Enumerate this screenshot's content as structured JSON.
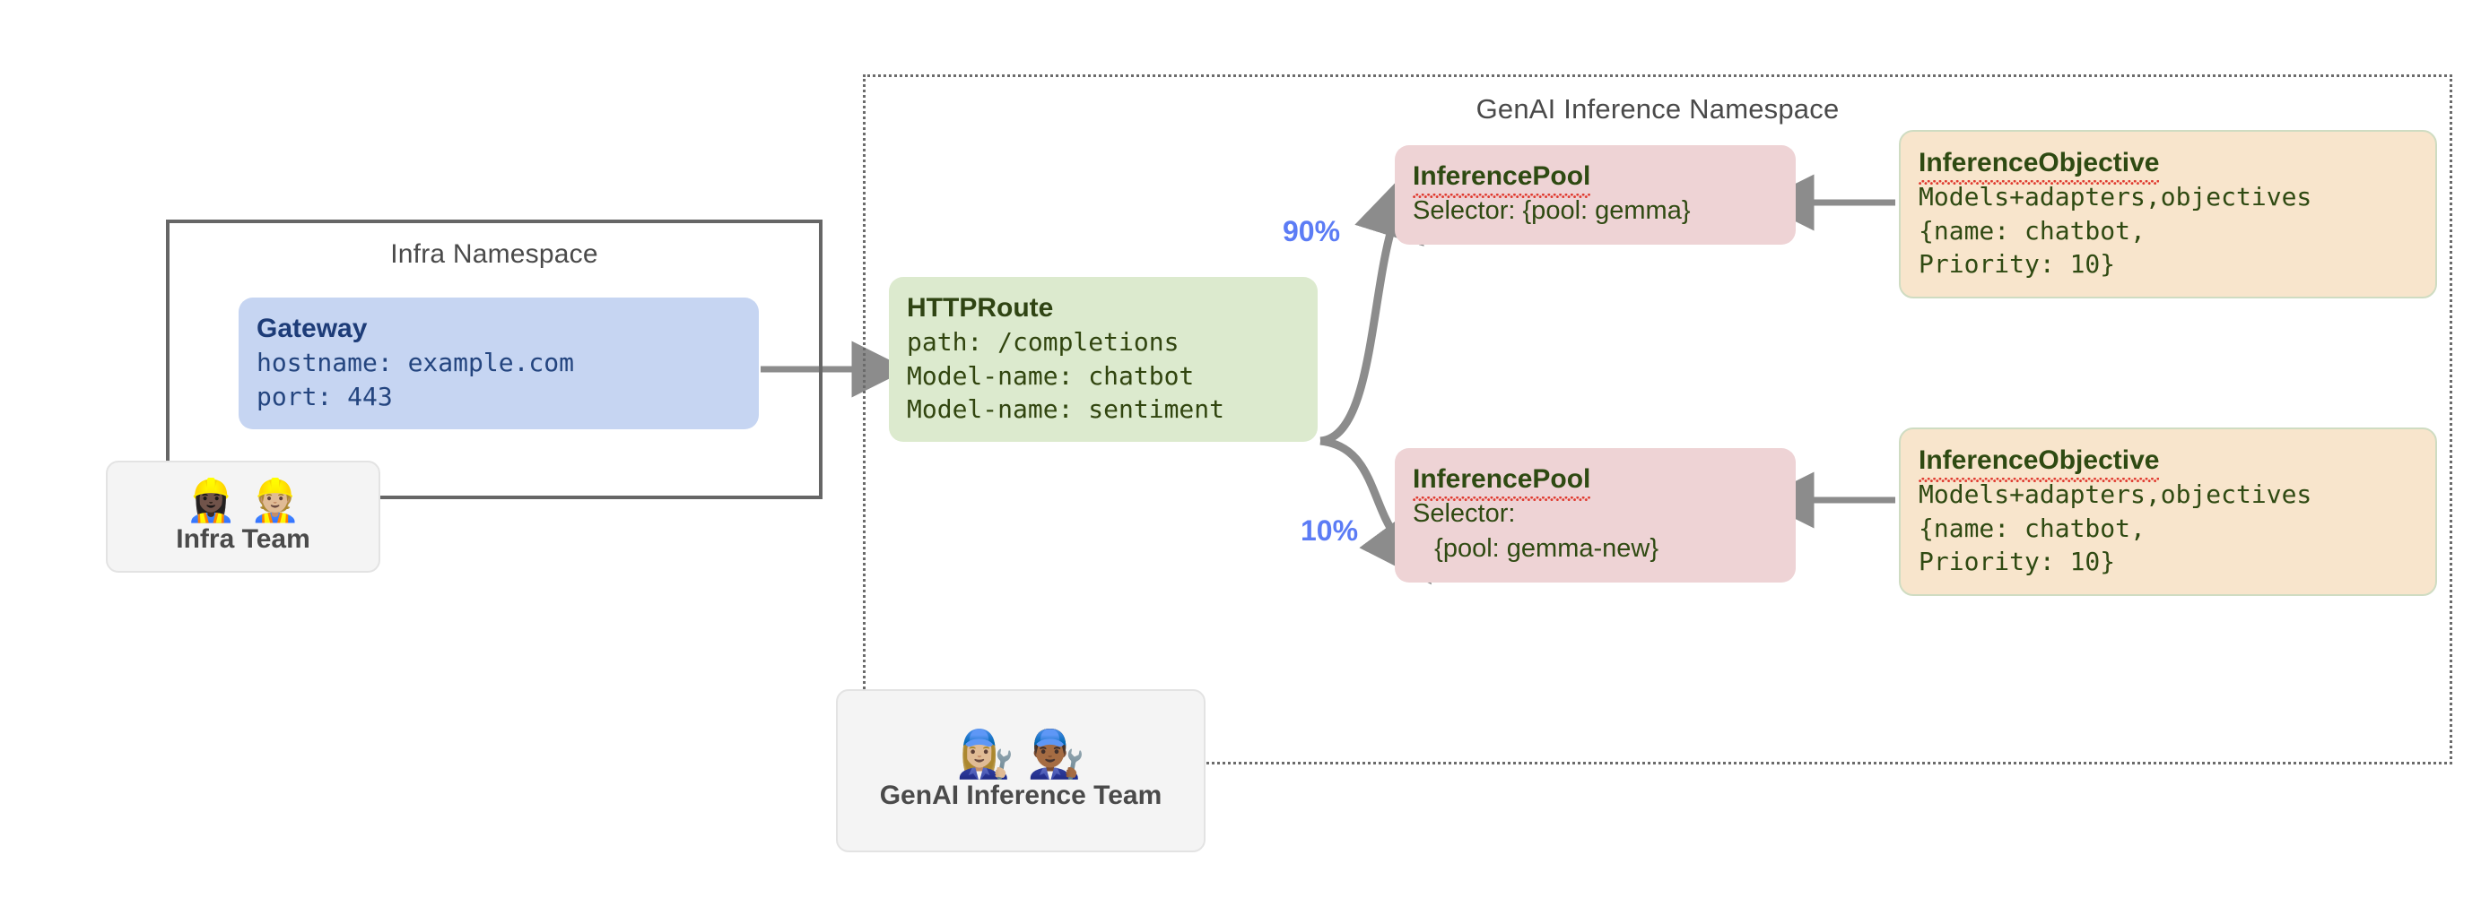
{
  "diagram": {
    "namespaces": [
      {
        "id": "infra",
        "label": "Infra Namespace",
        "border": "solid",
        "color": "#666666"
      },
      {
        "id": "genai",
        "label": "GenAI Inference Namespace",
        "border": "dotted",
        "color": "#6b6b6b"
      }
    ],
    "gateway": {
      "title": "Gateway",
      "lines": [
        "hostname: example.com",
        "port: 443"
      ],
      "fill": "#c6d5f2",
      "text": "#1f3f7a"
    },
    "httproute": {
      "title": "HTTPRoute",
      "lines": [
        "path: /completions",
        "Model-name: chatbot",
        "Model-name: sentiment"
      ],
      "fill": "#dceace",
      "text": "#2f4413"
    },
    "pools": [
      {
        "title": "InferencePool",
        "lines": [
          "Selector: {pool: gemma}"
        ],
        "fill": "#eed3d5",
        "text": "#2f4413",
        "weight": "90%"
      },
      {
        "title": "InferencePool",
        "lines": [
          "Selector:",
          "   {pool: gemma-new}"
        ],
        "fill": "#eed3d5",
        "text": "#2f4413",
        "weight": "10%"
      }
    ],
    "objectives": [
      {
        "title": "InferenceObjective",
        "lines": [
          "Models+adapters,objectives",
          "{name: chatbot,",
          "Priority: 10}"
        ],
        "fill": "#f8e5cc",
        "text": "#2f4413"
      },
      {
        "title": "InferenceObjective",
        "lines": [
          "Models+adapters,objectives",
          "{name: chatbot,",
          "Priority: 10}"
        ],
        "fill": "#f8e5cc",
        "text": "#2f4413"
      }
    ],
    "teams": [
      {
        "label": "Infra Team",
        "emojis": "👷🏿‍♀️👷🏼"
      },
      {
        "label": "GenAI Inference Team",
        "emojis": "👩🏼‍🔧👨🏾‍🔧"
      }
    ],
    "weights": {
      "primary": "90%",
      "canary": "10%",
      "color": "#5c7cf5"
    },
    "connector_color": "#8c8c8c"
  }
}
